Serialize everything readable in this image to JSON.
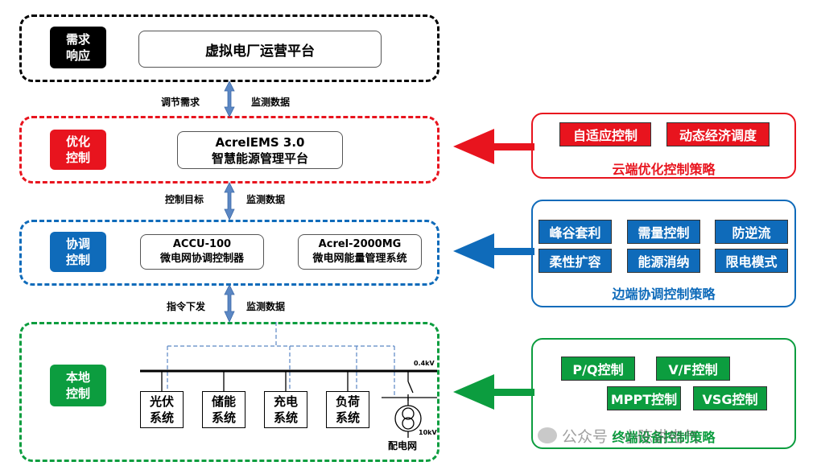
{
  "colors": {
    "red": "#e8141e",
    "blue": "#0f6bba",
    "green": "#0c9d3f",
    "black": "#000000",
    "arrow_blue": "#5b87c4"
  },
  "demand": {
    "tag": "需求\n响应",
    "platform": "虚拟电厂运营平台"
  },
  "link1": {
    "down": "调节需求",
    "up": "监测数据"
  },
  "optimize": {
    "tag": "优化\n控制",
    "platform_line1": "AcrelEMS 3.0",
    "platform_line2": "智慧能源管理平台"
  },
  "link2": {
    "down": "控制目标",
    "up": "监测数据"
  },
  "coordinate": {
    "tag": "协调\n控制",
    "box1_line1": "ACCU-100",
    "box1_line2": "微电网协调控制器",
    "box2_line1": "Acrel-2000MG",
    "box2_line2": "微电网能量管理系统"
  },
  "link3": {
    "down": "指令下发",
    "up": "监测数据"
  },
  "local": {
    "tag": "本地\n控制",
    "bus_voltage": "0.4kV",
    "grid_voltage": "10kV",
    "grid_label": "配电网",
    "systems": [
      {
        "line1": "光伏",
        "line2": "系统"
      },
      {
        "line1": "储能",
        "line2": "系统"
      },
      {
        "line1": "充电",
        "line2": "系统"
      },
      {
        "line1": "负荷",
        "line2": "系统"
      }
    ]
  },
  "cloud": {
    "items": [
      "自适应控制",
      "动态经济调度"
    ],
    "title": "云端优化控制策略"
  },
  "edge": {
    "items": [
      "峰谷套利",
      "需量控制",
      "防逆流",
      "柔性扩容",
      "能源消纳",
      "限电模式"
    ],
    "title": "边端协调控制策略"
  },
  "terminal": {
    "items": [
      "P/Q控制",
      "V/F控制",
      "MPPT控制",
      "VSG控制"
    ],
    "title": "终端设备控制策略"
  },
  "watermark": "公众号 · 小陈讲电气"
}
